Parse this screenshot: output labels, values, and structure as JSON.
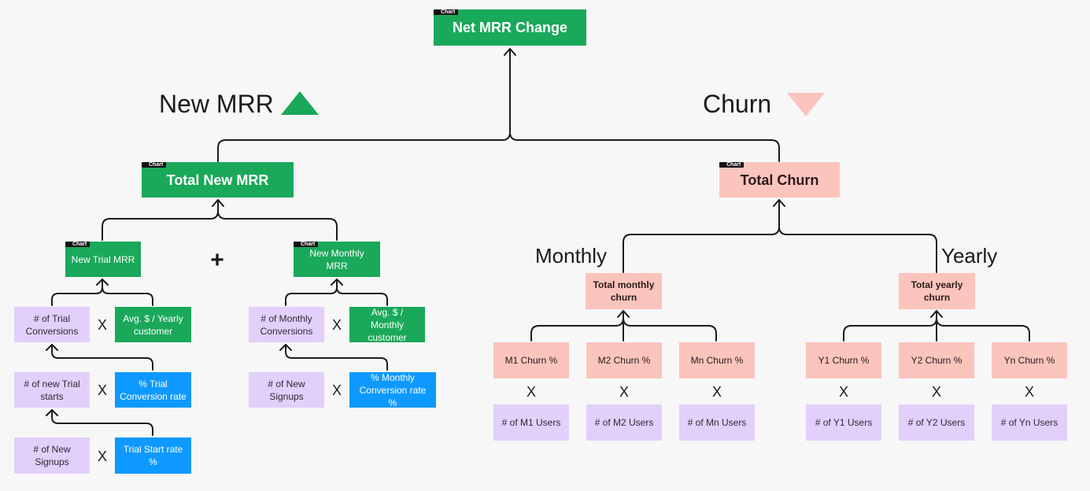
{
  "tag_label": "Chart",
  "headings": {
    "new_mrr": "New MRR",
    "churn": "Churn"
  },
  "branch_labels": {
    "monthly": "Monthly",
    "yearly": "Yearly"
  },
  "operators": {
    "plus": "+",
    "times": "X"
  },
  "nodes": {
    "net_mrr_change": "Net MRR Change",
    "total_new_mrr": "Total New MRR",
    "total_churn": "Total Churn",
    "new_trial_mrr": "New Trial MRR",
    "new_monthly_mrr": "New Monthly MRR",
    "trial_conversions": "# of Trial Conversions",
    "avg_yearly_customer": "Avg. $ / Yearly customer",
    "new_trial_starts": "# of new Trial starts",
    "trial_conversion_rate": "% Trial Conversion rate",
    "new_signups_trial": "# of New Signups",
    "trial_start_rate": "Trial Start rate %",
    "monthly_conversions": "# of Monthly Conversions",
    "avg_monthly_customer": "Avg. $ / Monthly customer",
    "new_signups_monthly": "# of New Signups",
    "monthly_conversion_rate": "% Monthly Conversion rate %",
    "total_monthly_churn": "Total monthly churn",
    "total_yearly_churn": "Total yearly churn",
    "m1_churn": "M1 Churn %",
    "m2_churn": "M2 Churn %",
    "mn_churn": "Mn Churn %",
    "y1_churn": "Y1 Churn %",
    "y2_churn": "Y2 Churn %",
    "yn_churn": "Yn Churn %",
    "m1_users": "# of M1 Users",
    "m2_users": "# of M2 Users",
    "mn_users": "# of Mn Users",
    "y1_users": "# of Y1 Users",
    "y2_users": "# of Y2 Users",
    "yn_users": "# of Yn Users"
  },
  "colors": {
    "green": "#1aa85a",
    "pink": "#fbc4bd",
    "purple": "#e2cffa",
    "blue": "#0d99ff",
    "connector": "#1b1b1b"
  }
}
